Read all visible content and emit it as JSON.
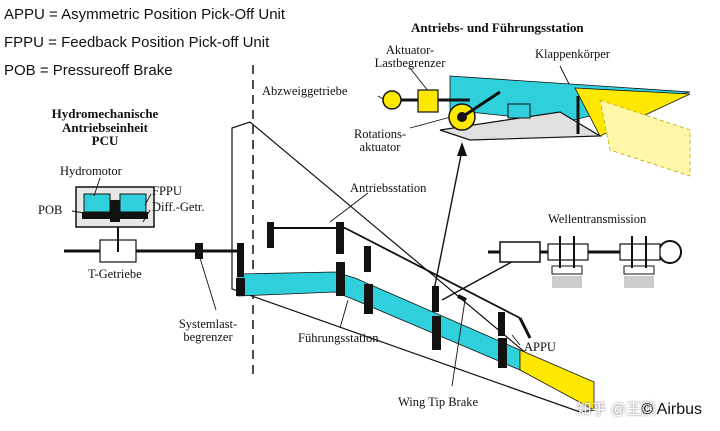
{
  "legend": {
    "appu": "APPU = Asymmetric Position Pick-Off Unit",
    "fppu": "FPPU = Feedback Position Pick-off Unit",
    "pob": "POB = Pressureoff Brake"
  },
  "labels": {
    "antriebs_fuehrung": "Antriebs- und Führungsstation",
    "aktuator_1": "Aktuator-",
    "aktuator_2": "Lastbegrenzer",
    "klappenkoerper": "Klappenkörper",
    "abzweiggetriebe": "Abzweiggetriebe",
    "rotations_1": "Rotations-",
    "rotations_2": "aktuator",
    "hydromech_1": "Hydromechanische",
    "hydromech_2": "Antriebseinheit",
    "hydromech_3": "PCU",
    "hydromotor": "Hydromotor",
    "fppu": "FPPU",
    "pob": "POB",
    "diff_getr": "Diff.-Getr.",
    "t_getriebe": "T-Getriebe",
    "antriebsstation": "Antriebsstation",
    "wellentransmission": "Wellentransmission",
    "systemlast_1": "Systemlast-",
    "systemlast_2": "begrenzer",
    "fuehrungsstation": "Führungsstation",
    "appu": "APPU",
    "wing_tip_brake": "Wing Tip Brake"
  },
  "watermark": "知乎 @王鹏",
  "copyright": "© Airbus",
  "colors": {
    "cyan": "#2fd0dc",
    "yellow": "#ffe800",
    "black": "#111111"
  }
}
